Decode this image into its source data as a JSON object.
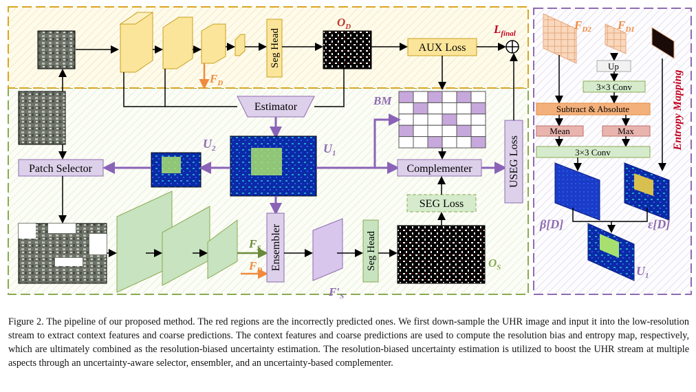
{
  "figure": {
    "labels": {
      "o_d": "O",
      "o_d_sub": "D",
      "l_final": "L",
      "l_final_sub": "final",
      "f_d": "F",
      "f_d_sub": "D",
      "seg_head_top": "Seg Head",
      "aux_loss": "AUX Loss",
      "estimator": "Estimator",
      "bm": "BM",
      "u2": "U",
      "u2_sub": "2",
      "u1": "U",
      "u1_sub": "1",
      "patch_selector": "Patch Selector",
      "complementer": "Complementer",
      "useg_loss": "USEG Loss",
      "seg_loss": "SEG Loss",
      "ensembler": "Ensembler",
      "f_s": "F",
      "f_s_sub": "S",
      "f_d2": "F",
      "f_d2_sub": "D",
      "f_s_prime": "F′",
      "f_s_prime_sub": "S",
      "seg_head_bottom": "Seg Head",
      "o_s": "O",
      "o_s_sub": "S"
    },
    "right_panel": {
      "f_d2": "F",
      "f_d2_sub": "D2",
      "f_d1": "F",
      "f_d1_sub": "D1",
      "up": "Up",
      "conv1": "3×3 Conv",
      "subtract": "Subtract & Absolute",
      "mean": "Mean",
      "max": "Max",
      "conv2": "3×3 Conv",
      "entropy_mapping": "Entropy Mapping",
      "beta": "β[D]",
      "epsilon": "ε[D]",
      "u1": "U",
      "u1_sub": "1"
    },
    "colors": {
      "low_res": "#d9a520",
      "high_res": "#8aaa50",
      "uncertainty": "#8e6bb0",
      "purple_arrow": "#8a63b8",
      "orange": "#f08a3c",
      "red_text": "#c00020"
    }
  },
  "caption": "Figure 2. The pipeline of our proposed method. The red regions are the incorrectly predicted ones. We first down-sample the UHR image and input it into the low-resolution stream to extract context features and coarse predictions. The context features and coarse predictions are used to compute the resolution bias and entropy map, respectively, which are ultimately combined as the resolution-biased uncertainty estimation. The resolution-biased uncertainty estimation is utilized to boost the UHR stream at multiple aspects through an uncertainty-aware selector, ensembler, and an uncertainty-based complementer."
}
